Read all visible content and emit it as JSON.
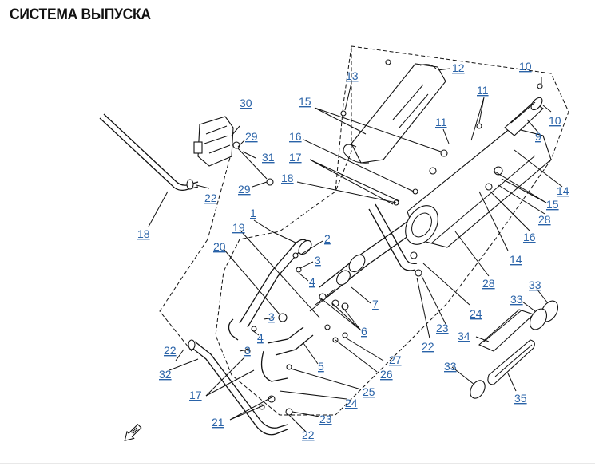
{
  "title": "СИСТЕМА ВЫПУСКА",
  "callouts": {
    "c1": "1",
    "c2": "2",
    "c3a": "3",
    "c3b": "3",
    "c3c": "3",
    "c4a": "4",
    "c4b": "4",
    "c5": "5",
    "c6": "6",
    "c7": "7",
    "c9": "9",
    "c10a": "10",
    "c10b": "10",
    "c11a": "11",
    "c11b": "11",
    "c12": "12",
    "c13": "13",
    "c14a": "14",
    "c14b": "14",
    "c15a": "15",
    "c15b": "15",
    "c16a": "16",
    "c16b": "16",
    "c17a": "17",
    "c17b": "17",
    "c18a": "18",
    "c18b": "18",
    "c19": "19",
    "c20": "20",
    "c21": "21",
    "c22a": "22",
    "c22b": "22",
    "c22c": "22",
    "c22d": "22",
    "c23a": "23",
    "c23b": "23",
    "c24a": "24",
    "c24b": "24",
    "c25": "25",
    "c26": "26",
    "c27": "27",
    "c28a": "28",
    "c28b": "28",
    "c29a": "29",
    "c29b": "29",
    "c30": "30",
    "c31": "31",
    "c32": "32",
    "c33a": "33",
    "c33b": "33",
    "c33c": "33",
    "c34": "34",
    "c35": "35"
  },
  "colors": {
    "callout": "#2a63a8",
    "line": "#111111",
    "background": "#ffffff"
  },
  "icons": {
    "front_arrow": "front-direction-arrow-icon"
  }
}
